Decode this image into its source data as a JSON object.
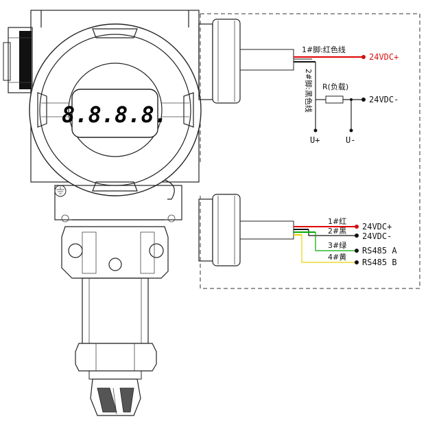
{
  "display": {
    "reading": "8.8.8.8."
  },
  "wiring_top": {
    "pin1_label": "1#脚:红色线",
    "pin2_label": "2#脚:黑色线",
    "supply_pos": "24VDC+",
    "supply_neg": "24VDC-",
    "load_label": "R(负载)",
    "u_plus": "U+",
    "u_minus": "U-"
  },
  "wiring_bottom": {
    "wire1": "1#红",
    "wire2": "2#黑",
    "wire3": "3#绿",
    "wire4": "4#黄",
    "term1": "24VDC+",
    "term2": "24VDC-",
    "term3": "RS485 A",
    "term4": "RS485 B"
  },
  "colors": {
    "red": "#e00000",
    "black": "#111111",
    "green": "#00aa00",
    "yellow": "#e6d400",
    "terminal_red": "#d11111"
  }
}
